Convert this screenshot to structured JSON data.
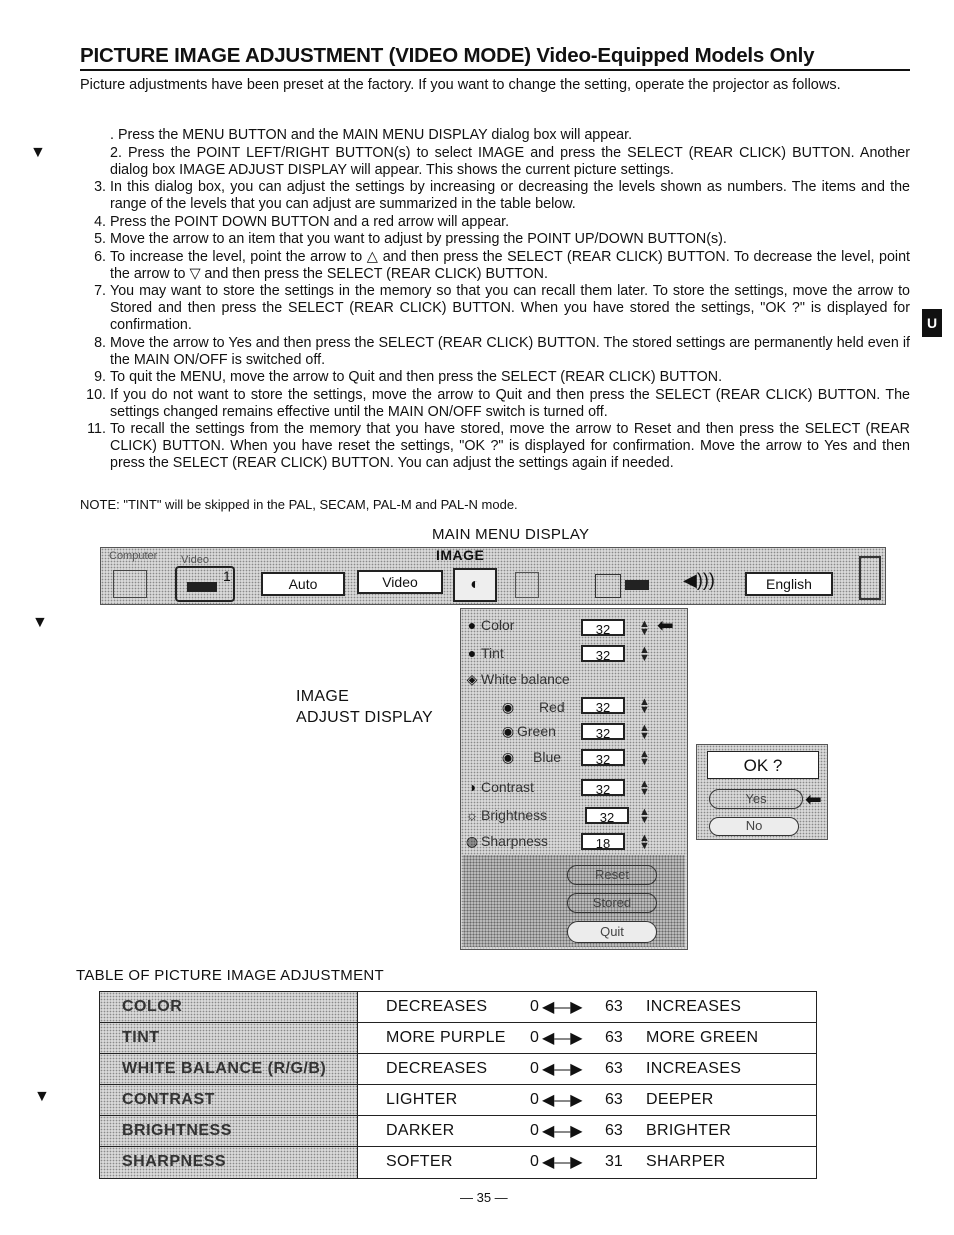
{
  "title": "PICTURE IMAGE ADJUSTMENT (VIDEO MODE) Video-Equipped Models Only",
  "intro": "Picture adjustments have been preset at the factory. If you want to change the setting, operate the projector as follows.",
  "steps": [
    {
      "num": "",
      "text": ". Press the MENU BUTTON and the MAIN MENU DISPLAY dialog box will appear."
    },
    {
      "num": "",
      "text": "2. Press the POINT LEFT/RIGHT BUTTON(s) to select IMAGE and press the SELECT (REAR CLICK) BUTTON. Another dialog box IMAGE ADJUST DISPLAY will appear. This shows the current picture settings."
    },
    {
      "num": "3.",
      "text": "In this dialog box, you can adjust the settings by increasing or decreasing the levels shown as numbers. The items and the range of the levels that you can adjust are summarized in the table below."
    },
    {
      "num": "4.",
      "text": "Press the POINT DOWN BUTTON and a red arrow will appear."
    },
    {
      "num": "5.",
      "text": "Move the arrow to an item that you want to adjust by pressing the POINT UP/DOWN BUTTON(s)."
    },
    {
      "num": "6.",
      "text": "To increase the level, point the arrow to △ and then press the SELECT (REAR CLICK) BUTTON. To decrease the level, point the arrow to ▽ and then press the SELECT (REAR CLICK) BUTTON."
    },
    {
      "num": "7.",
      "text": "You may want to store the settings in the memory so that you can recall them later. To store the settings, move the arrow to Stored and then press the SELECT (REAR CLICK) BUTTON. When you have stored the settings, \"OK ?\" is displayed for confirmation."
    },
    {
      "num": "8.",
      "text": "Move the arrow to Yes and then press the SELECT (REAR CLICK) BUTTON. The stored settings are permanently held even if the MAIN ON/OFF is switched off."
    },
    {
      "num": "9.",
      "text": "To quit the MENU, move the arrow to Quit and then press the SELECT (REAR CLICK) BUTTON."
    },
    {
      "num": "10.",
      "text": "If you do not want to store the settings, move the arrow to Quit and then press the SELECT (REAR CLICK) BUTTON. The settings changed remains effective until the MAIN ON/OFF switch is turned off."
    },
    {
      "num": "11.",
      "text": "To recall the settings from the memory that you have stored, move the arrow to Reset and then press the SELECT (REAR CLICK) BUTTON. When you have reset the settings, \"OK ?\" is displayed for confirmation. Move the arrow to Yes and then press the SELECT (REAR CLICK) BUTTON. You can adjust the settings again if needed."
    }
  ],
  "note": "NOTE: \"TINT\" will be skipped in the PAL, SECAM, PAL-M and PAL-N mode.",
  "main_menu": {
    "caption": "MAIN MENU DISPLAY",
    "tab_computer": "Computer",
    "tab_video": "Video",
    "video_number": "1",
    "active_tab": "IMAGE",
    "auto": "Auto",
    "video": "Video",
    "language": "English"
  },
  "image_adjust": {
    "caption_line1": "IMAGE",
    "caption_line2": "ADJUST DISPLAY",
    "items": [
      {
        "label": "Color",
        "value": "32"
      },
      {
        "label": "Tint",
        "value": "32"
      },
      {
        "label": "White balance",
        "value": ""
      },
      {
        "label": "Red",
        "value": "32"
      },
      {
        "label": "Green",
        "value": "32"
      },
      {
        "label": "Blue",
        "value": "32"
      },
      {
        "label": "Contrast",
        "value": "32"
      },
      {
        "label": "Brightness",
        "value": "32"
      },
      {
        "label": "Sharpness",
        "value": "18"
      }
    ],
    "reset": "Reset",
    "stored": "Stored",
    "quit": "Quit"
  },
  "confirm": {
    "text": "OK ?",
    "yes": "Yes",
    "no": "No"
  },
  "table": {
    "caption": "TABLE OF PICTURE IMAGE ADJUSTMENT",
    "rows": [
      {
        "name": "COLOR",
        "low": "DECREASES",
        "min": "0",
        "max": "63",
        "high": "INCREASES"
      },
      {
        "name": "TINT",
        "low": "MORE PURPLE",
        "min": "0",
        "max": "63",
        "high": "MORE GREEN"
      },
      {
        "name": "WHITE BALANCE (R/G/B)",
        "low": "DECREASES",
        "min": "0",
        "max": "63",
        "high": "INCREASES"
      },
      {
        "name": "CONTRAST",
        "low": "LIGHTER",
        "min": "0",
        "max": "63",
        "high": "DEEPER"
      },
      {
        "name": "BRIGHTNESS",
        "low": "DARKER",
        "min": "0",
        "max": "63",
        "high": "BRIGHTER"
      },
      {
        "name": "SHARPNESS",
        "low": "SOFTER",
        "min": "0",
        "max": "31",
        "high": "SHARPER"
      }
    ]
  },
  "page_number": "— 35 —",
  "side_tab": "U"
}
